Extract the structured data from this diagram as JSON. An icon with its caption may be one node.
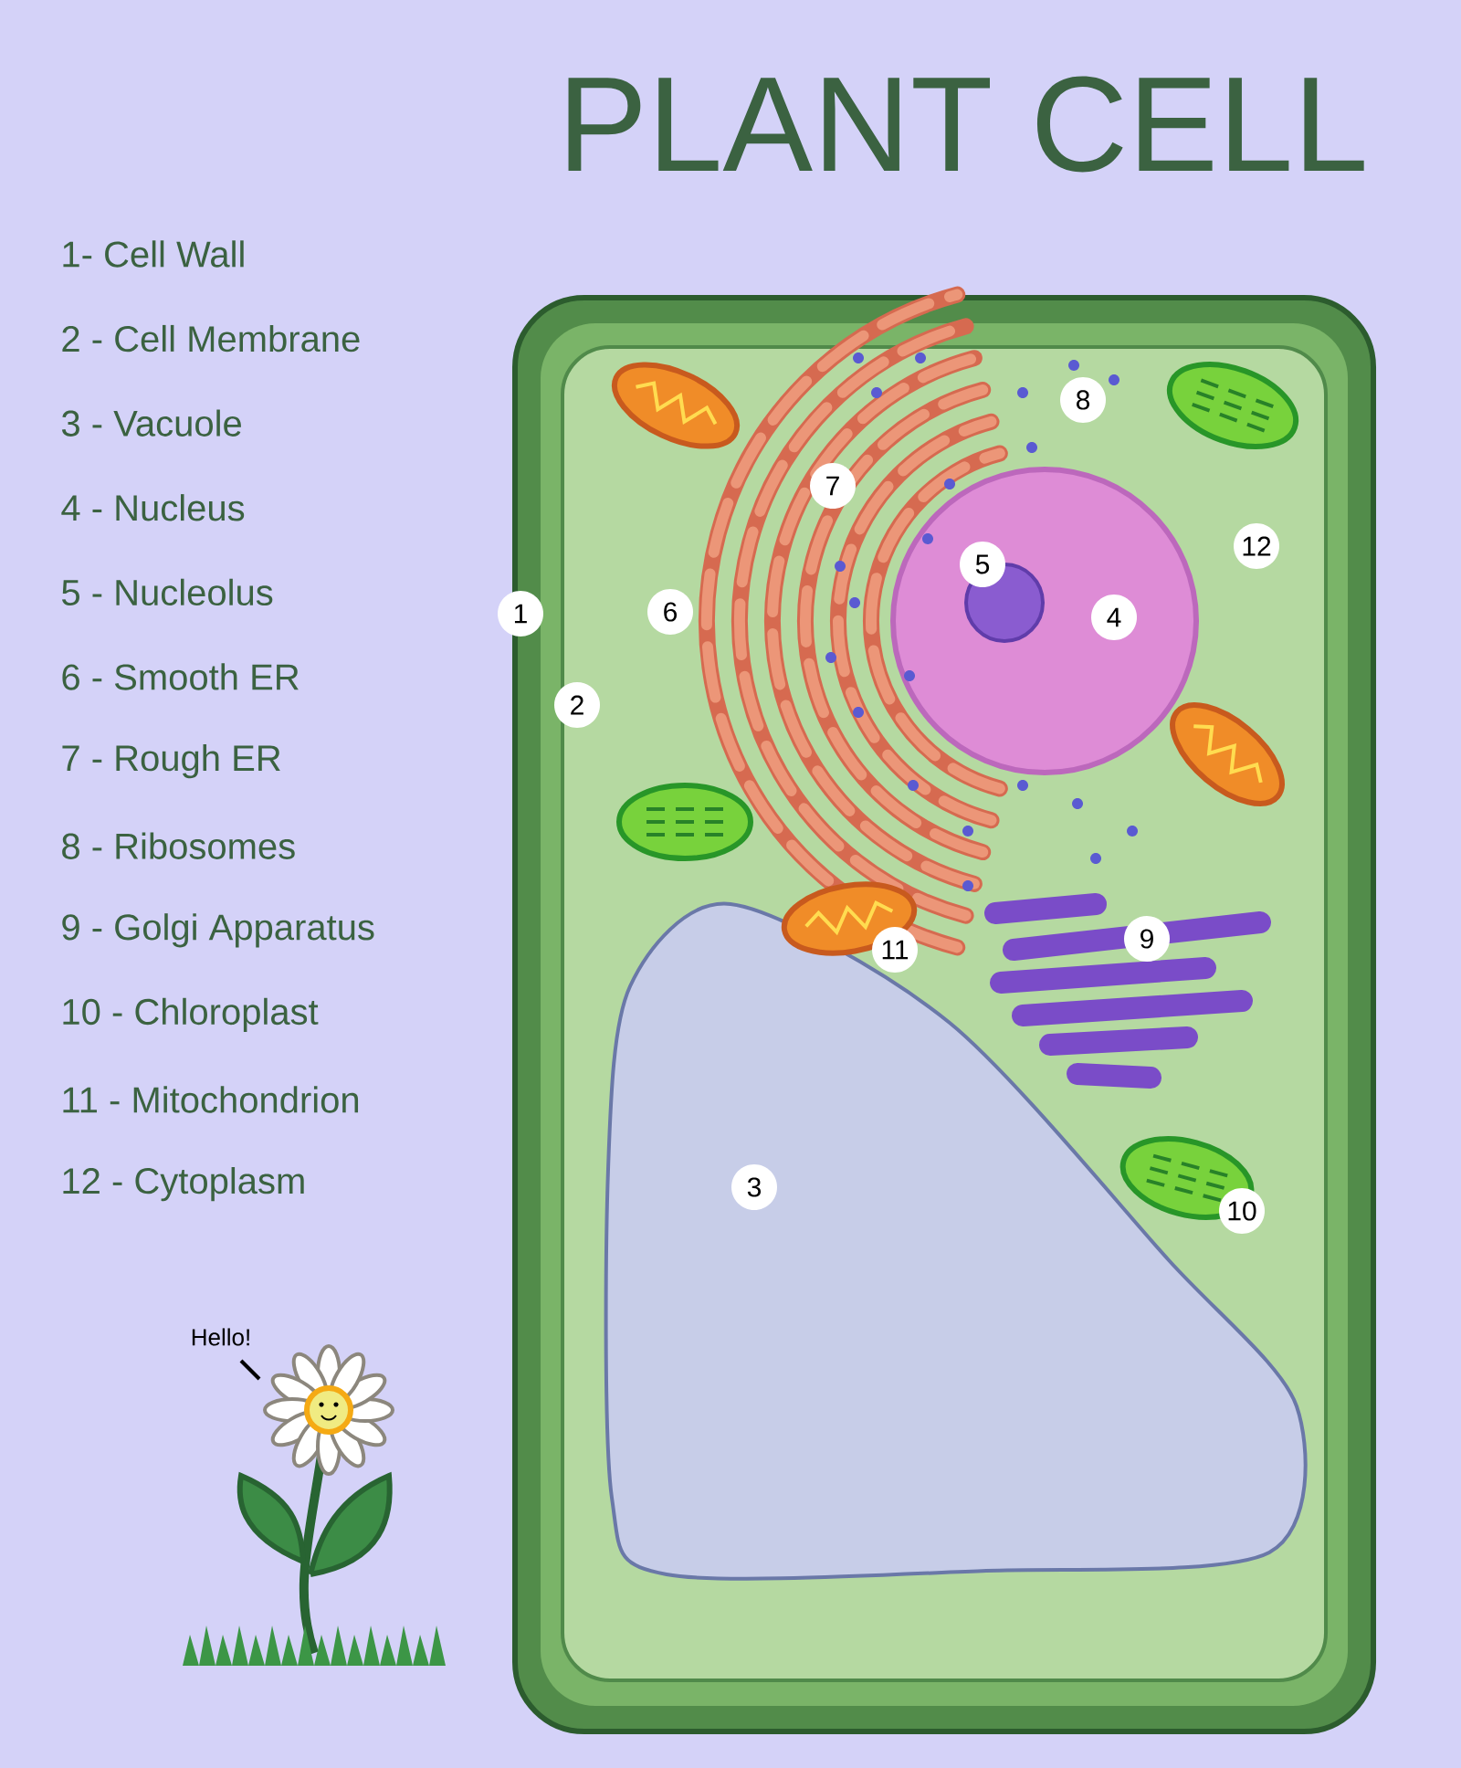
{
  "diagram": {
    "title": "PLANT CELL",
    "labels": [
      "1- Cell Wall",
      "2 - Cell Membrane",
      "3 - Vacuole",
      "4 - Nucleus",
      "5 - Nucleolus",
      "6 - Smooth ER",
      "7 - Rough ER",
      "8 - Ribosomes",
      "9 - Golgi Apparatus",
      "10 - Chloroplast",
      "11 - Mitochondrion",
      "12 - Cytoplasm",
      "8",
      "7",
      "12",
      "5",
      "1",
      "6",
      "4",
      "2",
      "9",
      "11",
      "3",
      "10",
      "Hello!"
    ]
  }
}
